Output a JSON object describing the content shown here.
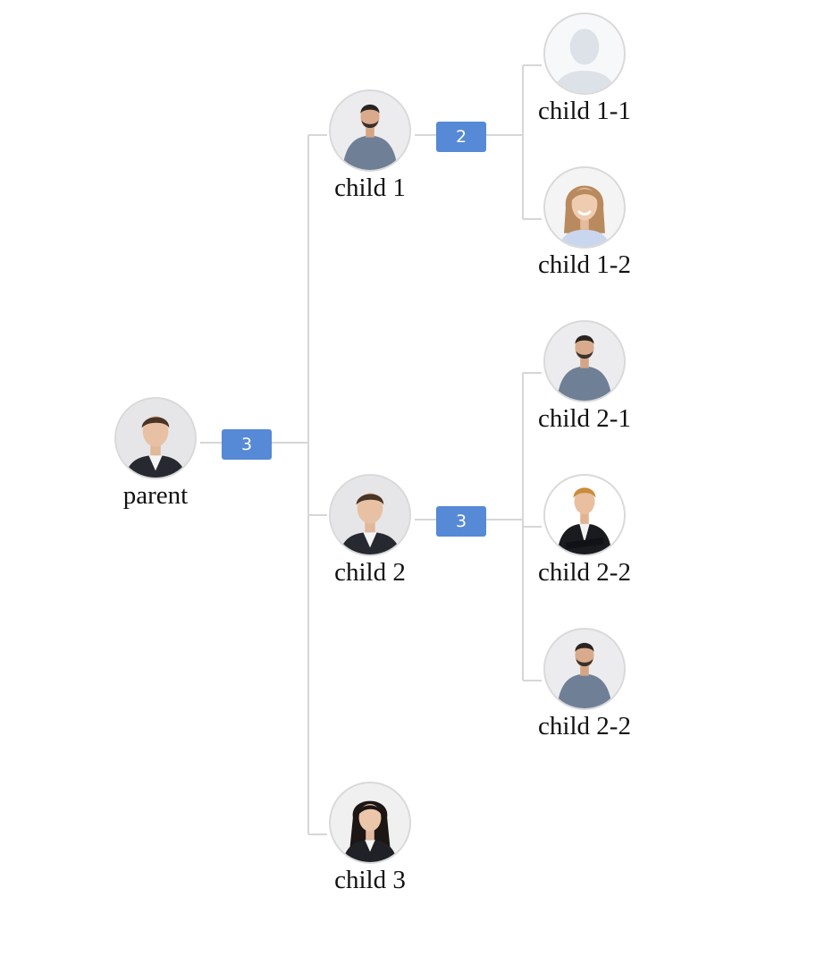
{
  "tree": {
    "parent": {
      "label": "parent",
      "avatar": "man-suit-avatar",
      "child_count": "3"
    },
    "child_1": {
      "label": "child 1",
      "avatar": "man-beard-shirt-avatar",
      "child_count": "2"
    },
    "child_2": {
      "label": "child 2",
      "avatar": "man-suit-avatar",
      "child_count": "3"
    },
    "child_3": {
      "label": "child 3",
      "avatar": "woman-dark-hair-avatar"
    },
    "child_1_1": {
      "label": "child 1-1",
      "avatar": "default-user-silhouette-avatar"
    },
    "child_1_2": {
      "label": "child 1-2",
      "avatar": "woman-blonde-avatar"
    },
    "child_2_1": {
      "label": "child 2-1",
      "avatar": "man-beard-shirt-avatar"
    },
    "child_2_2": {
      "label": "child 2-2",
      "avatar": "man-blond-suit-avatar"
    },
    "child_2_3": {
      "label": "child 2-2",
      "avatar": "man-beard-shirt-avatar"
    }
  },
  "colors": {
    "badge": "#5689d6",
    "connector": "#d6d6d6",
    "avatar_border": "#d9d9d9",
    "avatar_background": "#e4e5e8",
    "label_text": "#111111"
  }
}
